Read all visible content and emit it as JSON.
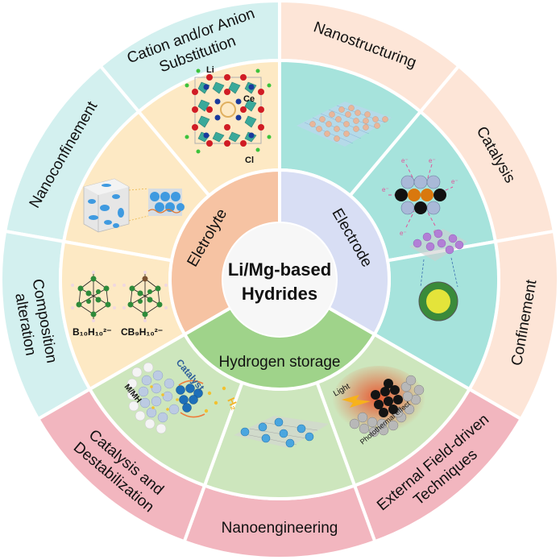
{
  "center": {
    "line1": "Li/Mg-based",
    "line2": "Hydrides"
  },
  "colors": {
    "center_fill": "#f7f7f7",
    "eletrolyte_inner": "#f6c3a3",
    "electrode_inner": "#d8def4",
    "hydrogen_inner": "#9fd38a",
    "eletrolyte_middle": "#fde9c4",
    "electrode_middle": "#a6e3dc",
    "hydrogen_middle": "#cde6bd",
    "eletrolyte_outer": "#d3f0ef",
    "electrode_outer": "#fde5d7",
    "hydrogen_outer": "#f2b6bf",
    "separator": "#ffffff"
  },
  "inner_ring": [
    {
      "id": "eletrolyte",
      "label": "Eletrolyte"
    },
    {
      "id": "electrode",
      "label": "Electrode"
    },
    {
      "id": "hydrogen",
      "label": "Hydrogen  storage"
    }
  ],
  "outer_ring": [
    {
      "id": "cation",
      "group": "eletrolyte",
      "lines": [
        "Cation and/or Anion",
        "Substitution"
      ]
    },
    {
      "id": "nanoconfinement",
      "group": "eletrolyte",
      "lines": [
        "Nanoconfinement"
      ]
    },
    {
      "id": "composition",
      "group": "eletrolyte",
      "lines": [
        "Composition",
        "alteration"
      ]
    },
    {
      "id": "nanostructuring",
      "group": "electrode",
      "lines": [
        "Nanostructuring"
      ]
    },
    {
      "id": "catalysis",
      "group": "electrode",
      "lines": [
        "Catalysis"
      ]
    },
    {
      "id": "confinement",
      "group": "electrode",
      "lines": [
        "Confinement"
      ]
    },
    {
      "id": "external",
      "group": "hydrogen",
      "lines": [
        "External  Field-driven",
        "Techniques"
      ]
    },
    {
      "id": "nanoengineering",
      "group": "hydrogen",
      "lines": [
        "Nanoengineering"
      ]
    },
    {
      "id": "destabilization",
      "group": "hydrogen",
      "lines": [
        "Catalysis    and",
        "Destabilization"
      ]
    }
  ],
  "illustration_labels": {
    "li": "Li",
    "ce": "Ce",
    "cl": "Cl",
    "b10h10": "B₁₀H₁₀²⁻",
    "cb9h10": "CB₉H₁₀²⁻",
    "catalyst": "Catalyst",
    "mmh": "M/MH",
    "h2": "H₂",
    "light": "Light",
    "photothermal": "Photothermal effect",
    "electron": "e⁻"
  }
}
